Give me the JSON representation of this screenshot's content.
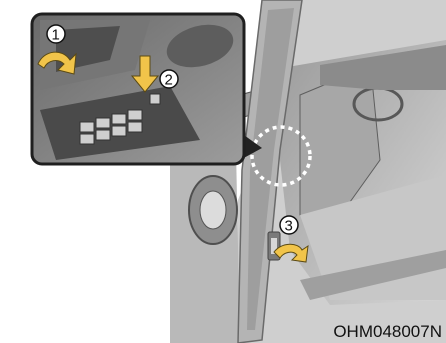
{
  "figure": {
    "code": "OHM048007N",
    "steps": [
      "1",
      "2",
      "3"
    ]
  },
  "colors": {
    "background": "#ffffff",
    "door_grey": "#b4b4b4",
    "dark_grey": "#6e6e6e",
    "callout_arrow": "#f1c44a",
    "dashed_circle": "#ffffff"
  },
  "icons": {
    "arrow": "curved-arrow-icon",
    "down_arrow": "down-arrow-icon"
  }
}
